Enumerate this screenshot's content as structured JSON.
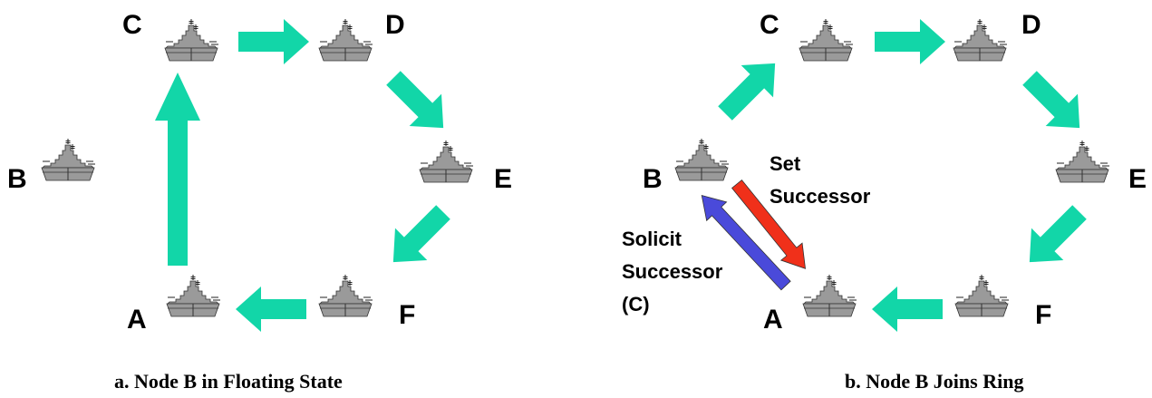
{
  "panels": [
    {
      "caption": "a.  Node B in Floating State",
      "nodes": {
        "C": "C",
        "D": "D",
        "E": "E",
        "F": "F",
        "A": "A",
        "B": "B"
      }
    },
    {
      "caption": "b.  Node B Joins Ring",
      "nodes": {
        "C": "C",
        "D": "D",
        "E": "E",
        "F": "F",
        "A": "A",
        "B": "B"
      },
      "set_successor": [
        "Set",
        "Successor"
      ],
      "solicit_successor": [
        "Solicit",
        "Successor",
        "(C)"
      ]
    }
  ],
  "colors": {
    "ring_arrow": "#12D6A8",
    "set_arrow": "#F0301A",
    "solicit_arrow": "#4A4ADA",
    "ship_fill": "#9A9A9A"
  },
  "icons": {
    "node": "battleship-icon"
  }
}
